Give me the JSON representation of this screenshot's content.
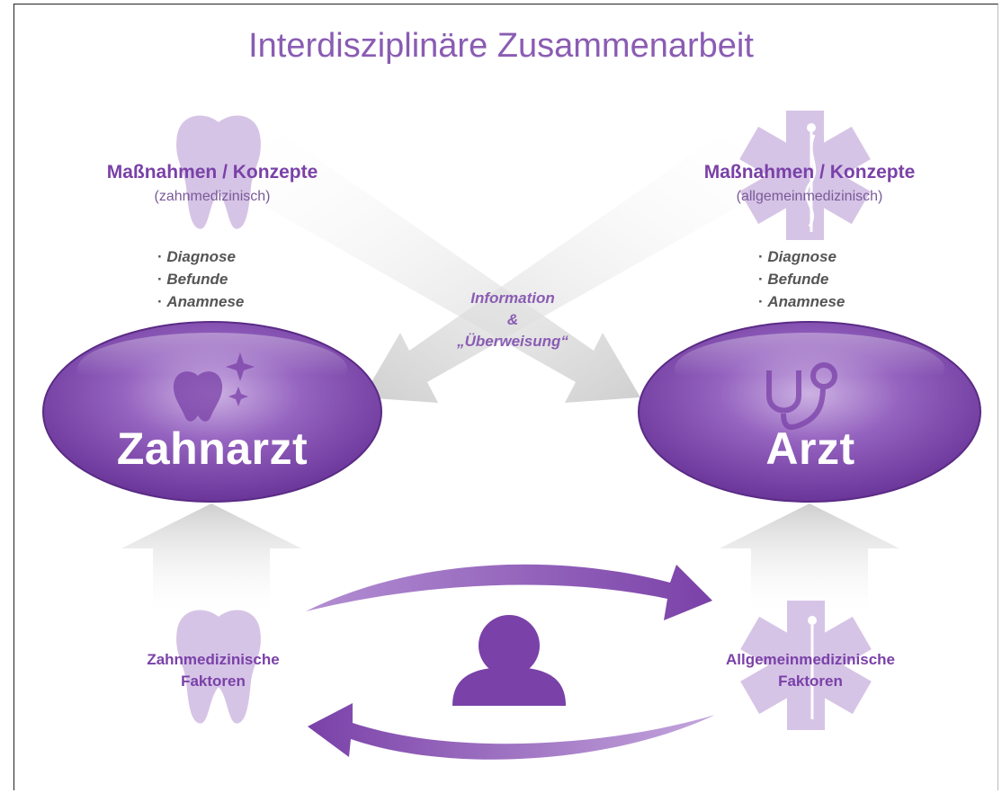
{
  "title": "Interdisziplinäre Zusammenarbeit",
  "left": {
    "heading": "Maßnahmen / Konzepte",
    "subheading": "(zahnmedizinisch)",
    "items": [
      "Diagnose",
      "Befunde",
      "Anamnese"
    ],
    "oval_label": "Zahnarzt",
    "factor_line1": "Zahnmedizinische",
    "factor_line2": "Faktoren",
    "top_icon": "tooth-icon",
    "oval_icon": "sparkling-tooth-icon",
    "bottom_icon": "tooth-icon"
  },
  "right": {
    "heading": "Maßnahmen / Konzepte",
    "subheading": "(allgemeinmedizinisch)",
    "items": [
      "Diagnose",
      "Befunde",
      "Anamnese"
    ],
    "oval_label": "Arzt",
    "factor_line1": "Allgemeinmedizinische",
    "factor_line2": "Faktoren",
    "top_icon": "star-of-life-icon",
    "oval_icon": "stethoscope-icon",
    "bottom_icon": "star-of-life-icon"
  },
  "center": {
    "line1": "Information",
    "line2": "&",
    "line3": "„Überweisung“",
    "patient_icon": "person-icon"
  },
  "colors": {
    "title": "#8a5cb3",
    "heading": "#7a41a8",
    "oval": "#7d45ad",
    "light_icon": "#d6c4e6",
    "gray_arrow": "#d4d4d4"
  }
}
